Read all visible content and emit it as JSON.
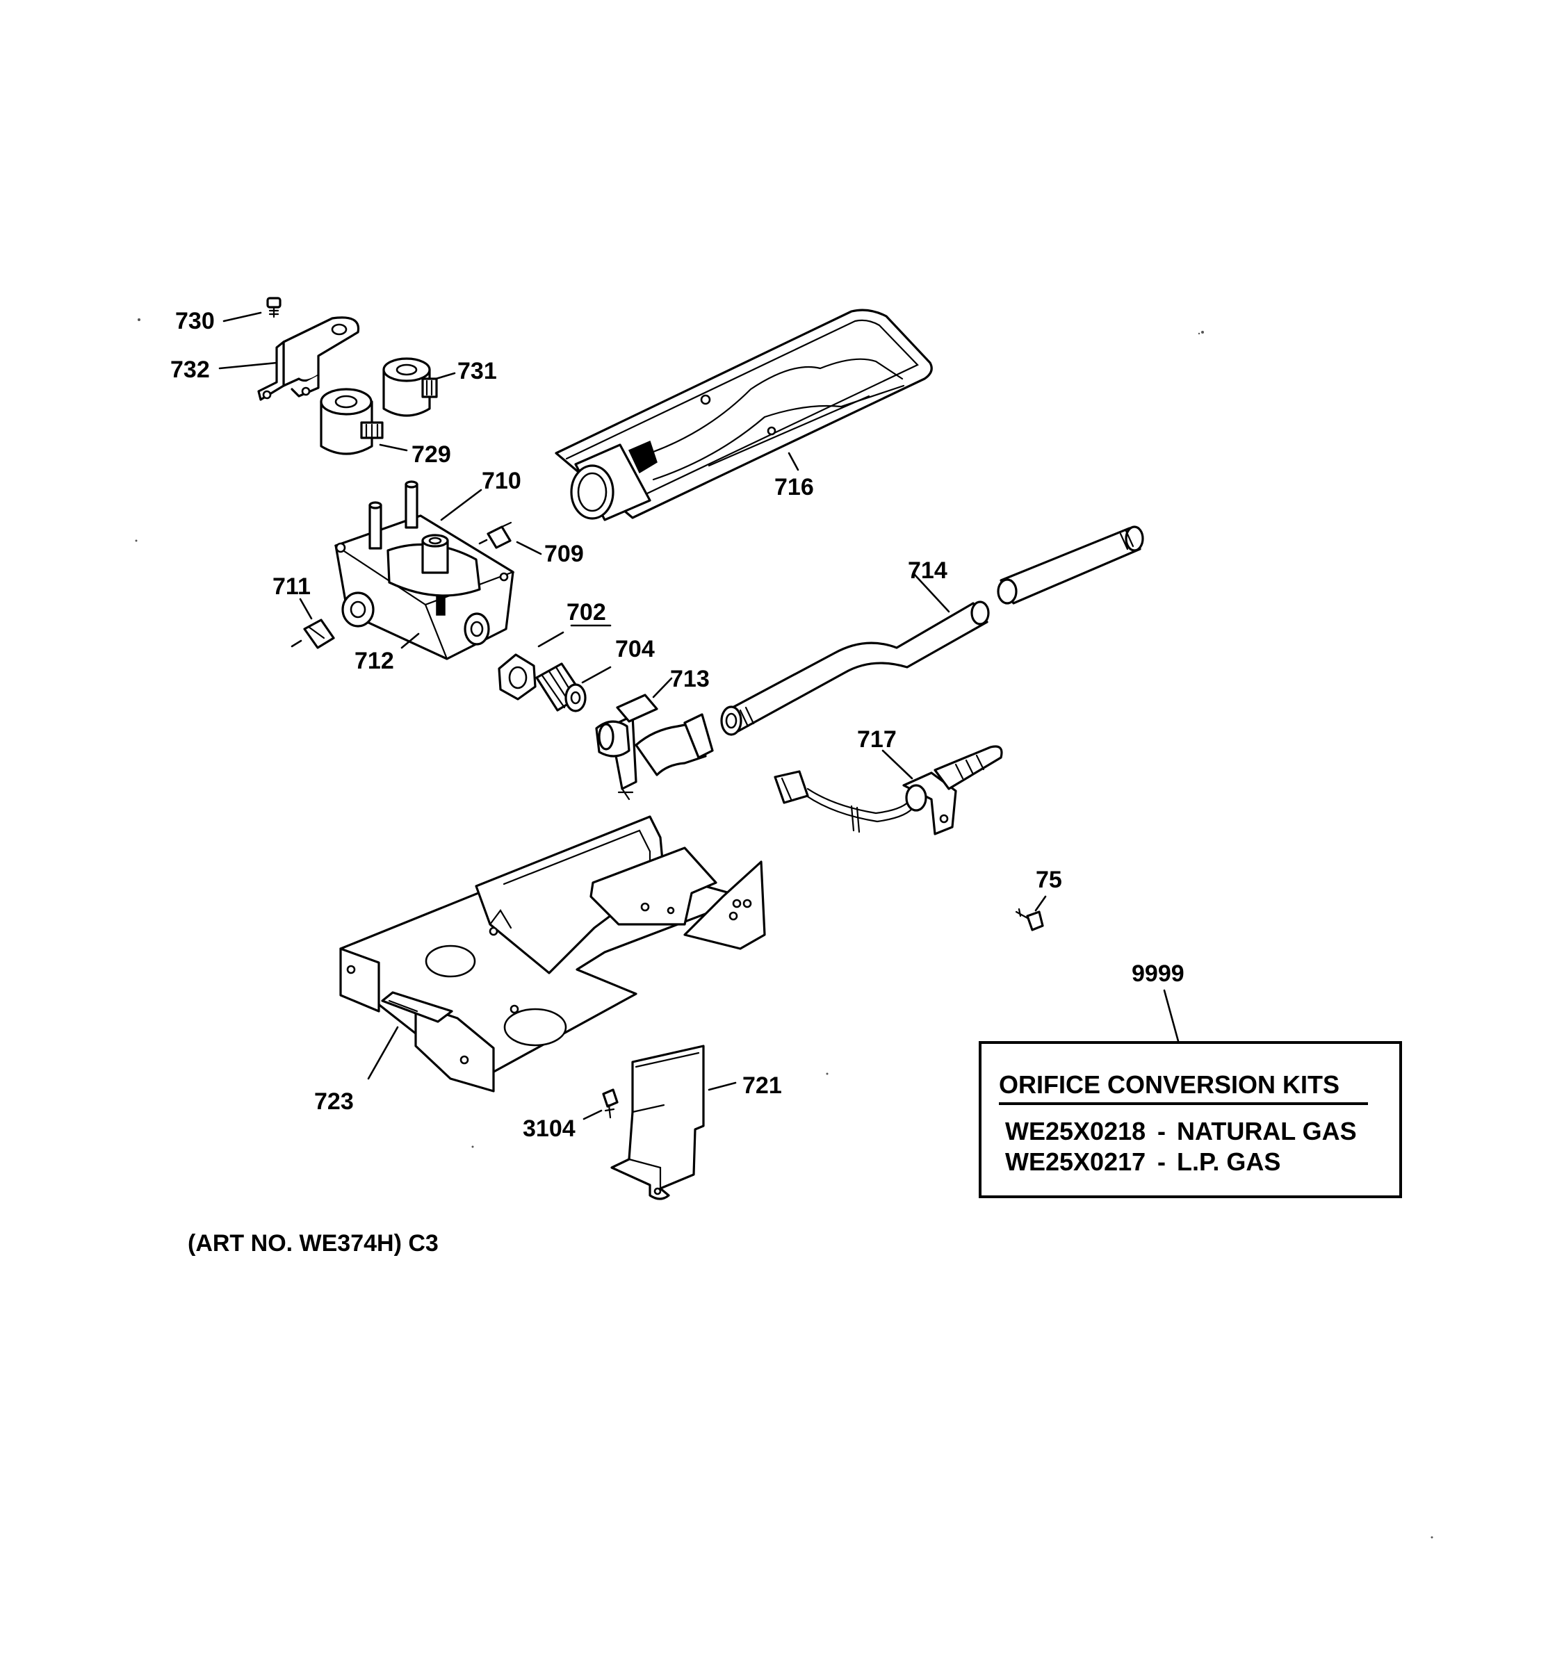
{
  "labels": {
    "p730": "730",
    "p732": "732",
    "p731": "731",
    "p729": "729",
    "p710": "710",
    "p716": "716",
    "p709": "709",
    "p711": "711",
    "p712": "712",
    "p702": "702",
    "p704": "704",
    "p713": "713",
    "p714": "714",
    "p717": "717",
    "p75": "75",
    "p9999": "9999",
    "p723": "723",
    "p721": "721",
    "p3104": "3104"
  },
  "kit_box": {
    "title": "ORIFICE CONVERSION KITS",
    "kits": [
      {
        "part_no": "WE25X0218",
        "sep": "-",
        "gas": "NATURAL GAS"
      },
      {
        "part_no": "WE25X0217",
        "sep": "-",
        "gas": "L.P. GAS"
      }
    ]
  },
  "caption": "(ART NO. WE374H) C3"
}
